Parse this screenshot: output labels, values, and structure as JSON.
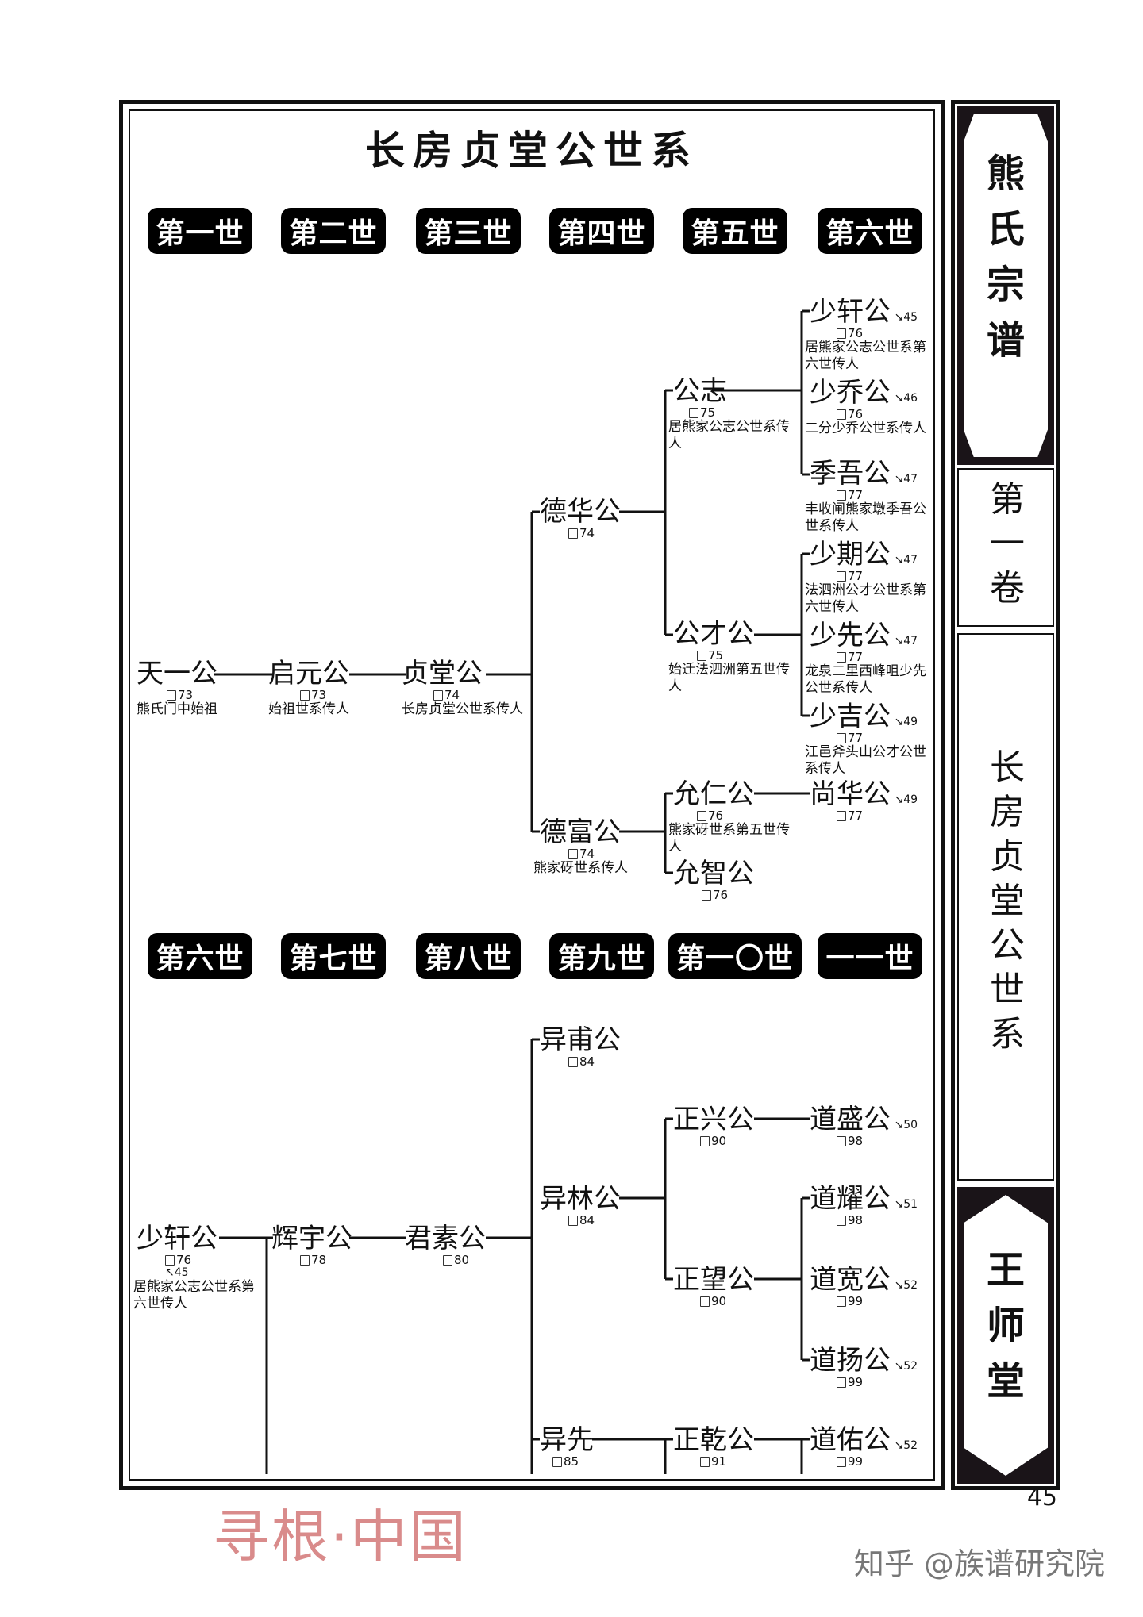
{
  "page_title": "长房贞堂公世系",
  "side": {
    "book_title": [
      "熊",
      "氏",
      "宗",
      "谱"
    ],
    "volume": [
      "第",
      "一",
      "卷"
    ],
    "section": [
      "长",
      "房",
      "贞",
      "堂",
      "公",
      "世",
      "系"
    ],
    "hall": [
      "王",
      "师",
      "堂"
    ]
  },
  "page_number": "45",
  "watermark_left": "寻根·中国",
  "watermark_right": "知乎 @族谱研究院",
  "generations_top": [
    "第一世",
    "第二世",
    "第三世",
    "第四世",
    "第五世",
    "第六世"
  ],
  "generations_bottom": [
    "第六世",
    "第七世",
    "第八世",
    "第九世",
    "第一〇世",
    "一一世"
  ],
  "top": {
    "tianyi": {
      "name": "天一公",
      "page": "73",
      "note": "熊氏门中始祖"
    },
    "qiyuan": {
      "name": "启元公",
      "page": "73",
      "note": "始祖世系传人"
    },
    "zhentang": {
      "name": "贞堂公",
      "page": "74",
      "note": "长房贞堂公世系传人"
    },
    "dehua": {
      "name": "德华公",
      "page": "74"
    },
    "defu": {
      "name": "德富公",
      "page": "74",
      "note": "熊家砑世系传人"
    },
    "gongzhi": {
      "name": "公志",
      "page": "75",
      "note": "居熊家公志公世系传人"
    },
    "gongcai": {
      "name": "公才公",
      "page": "75",
      "note": "始迁法泗洲第五世传人"
    },
    "yunren": {
      "name": "允仁公",
      "page": "76",
      "note": "熊家砑世系第五世传人"
    },
    "yunzhi": {
      "name": "允智公",
      "page": "76"
    },
    "shaoxuan": {
      "name": "少轩公",
      "xref": "45",
      "page": "76",
      "note": "居熊家公志公世系第六世传人"
    },
    "shaoqiao": {
      "name": "少乔公",
      "xref": "46",
      "page": "76",
      "note": "二分少乔公世系传人"
    },
    "jiwu": {
      "name": "季吾公",
      "xref": "47",
      "page": "77",
      "note": "丰收闸熊家墩季吾公世系传人"
    },
    "shaoqi": {
      "name": "少期公",
      "xref": "47",
      "page": "77",
      "note": "法泗洲公才公世系第六世传人"
    },
    "shaoxian": {
      "name": "少先公",
      "xref": "47",
      "page": "77",
      "note": "龙泉二里西峰咀少先公世系传人"
    },
    "shaoji": {
      "name": "少吉公",
      "xref": "49",
      "page": "77",
      "note": "江邑斧头山公才公世系传人"
    },
    "shanghua": {
      "name": "尚华公",
      "xref": "49",
      "page": "77"
    }
  },
  "bottom": {
    "shaoxuan": {
      "name": "少轩公",
      "page": "76",
      "xref": "45",
      "note": "居熊家公志公世系第六世传人"
    },
    "huiyu": {
      "name": "辉宇公",
      "page": "78"
    },
    "junsu": {
      "name": "君素公",
      "page": "80"
    },
    "yifu": {
      "name": "异甫公",
      "page": "84"
    },
    "yilin": {
      "name": "异林公",
      "page": "84"
    },
    "yixian": {
      "name": "异先",
      "page": "85"
    },
    "zhengxing": {
      "name": "正兴公",
      "page": "90"
    },
    "zhengwang": {
      "name": "正望公",
      "page": "90"
    },
    "zhengqian": {
      "name": "正乾公",
      "page": "91"
    },
    "daosheng": {
      "name": "道盛公",
      "xref": "50",
      "page": "98"
    },
    "daoyao": {
      "name": "道耀公",
      "xref": "51",
      "page": "98"
    },
    "daokuan": {
      "name": "道宽公",
      "xref": "52",
      "page": "99"
    },
    "daoyang": {
      "name": "道扬公",
      "xref": "52",
      "page": "99"
    },
    "daoyou": {
      "name": "道佑公",
      "xref": "52",
      "page": "99"
    }
  }
}
